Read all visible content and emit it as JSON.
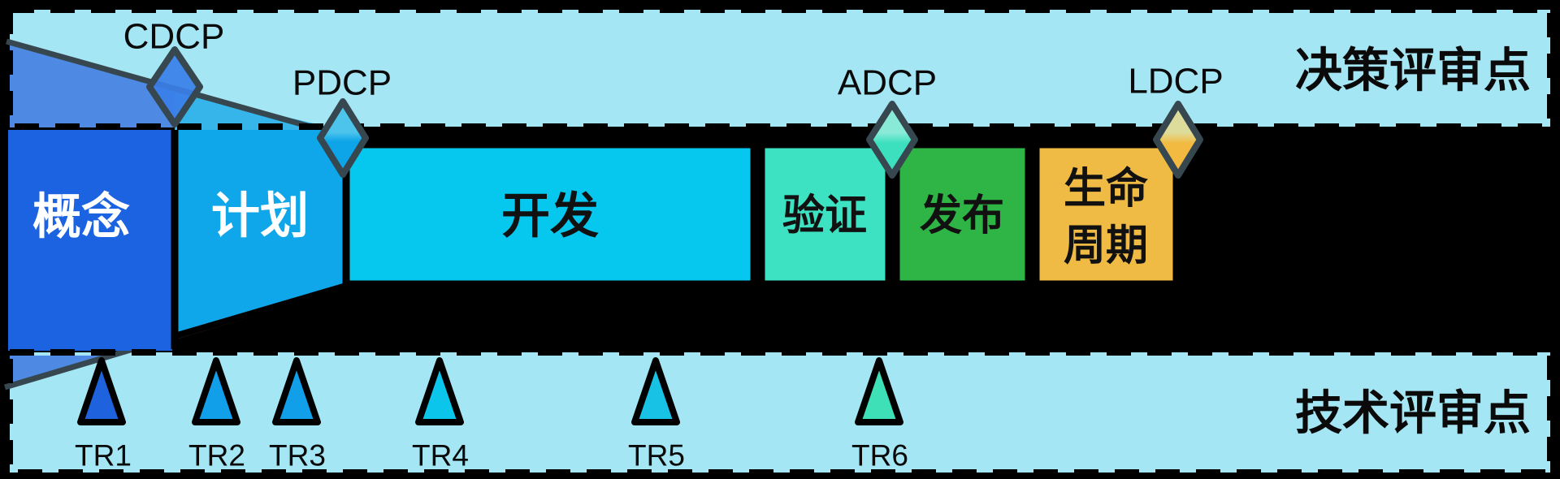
{
  "diagram": {
    "background_color": "#000000",
    "band_color": "#a5e6f4",
    "funnel": {
      "overlay_blue": "#4e8ae4",
      "overlay_cyan": "#35b5ea",
      "line_color": "#37474f"
    },
    "top_band": {
      "title": "决策评审点"
    },
    "bottom_band": {
      "title": "技术评审点"
    },
    "phases": [
      {
        "label": "概念",
        "color": "#1b63e0",
        "text_color": "#ffffff"
      },
      {
        "label": "计划",
        "color": "#0fa7ea",
        "text_color": "#ffffff"
      },
      {
        "label": "开发",
        "color": "#06c8ee",
        "text_color": "#111111"
      },
      {
        "label": "验证",
        "color": "#3de2c2",
        "text_color": "#111111"
      },
      {
        "label": "发布",
        "color": "#2eb545",
        "text_color": "#111111"
      },
      {
        "label": "生命周期",
        "lines": [
          "生命",
          "周期"
        ],
        "color": "#f0bb44",
        "text_color": "#111111"
      }
    ],
    "decision_points": [
      {
        "label": "CDCP",
        "color_top": "#3a7fe8",
        "color_bottom": "#2e6fe4"
      },
      {
        "label": "PDCP",
        "color_top": "#4cc4ec",
        "color_bottom": "#0da4e8"
      },
      {
        "label": "ADCP",
        "color_top": "#8aead8",
        "color_bottom": "#3ce0bf"
      },
      {
        "label": "LDCP",
        "color_top": "#dedc9a",
        "color_bottom": "#f2ba40"
      }
    ],
    "tech_reviews": [
      {
        "label": "TR1",
        "color": "#1e63dd"
      },
      {
        "label": "TR2",
        "color": "#109fe8"
      },
      {
        "label": "TR3",
        "color": "#109fe8"
      },
      {
        "label": "TR4",
        "color": "#0cc5ea"
      },
      {
        "label": "TR5",
        "color": "#18c2e4"
      },
      {
        "label": "TR6",
        "color": "#3ee0b8"
      }
    ]
  }
}
